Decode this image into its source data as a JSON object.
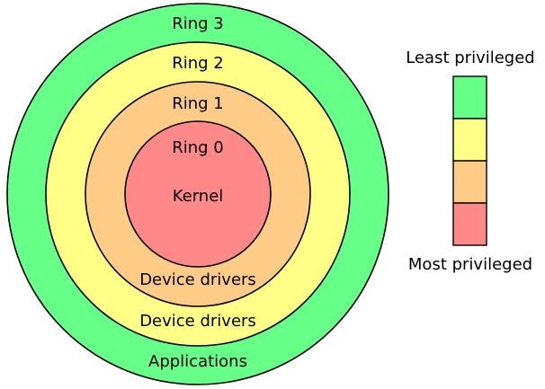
{
  "rings": [
    {
      "ring_label": "Ring 3",
      "content_label": "Applications",
      "color": "#66ff88"
    },
    {
      "ring_label": "Ring 2",
      "content_label": "Device drivers",
      "color": "#ffff88"
    },
    {
      "ring_label": "Ring 1",
      "content_label": "Device drivers",
      "color": "#ffcc88"
    },
    {
      "ring_label": "Ring 0",
      "content_label": "Kernel",
      "color": "#ff8888"
    }
  ],
  "legend": {
    "top_label": "Least privileged",
    "bottom_label": "Most privileged",
    "colors": [
      "#66ff88",
      "#ffff88",
      "#ffcc88",
      "#ff8888"
    ]
  }
}
